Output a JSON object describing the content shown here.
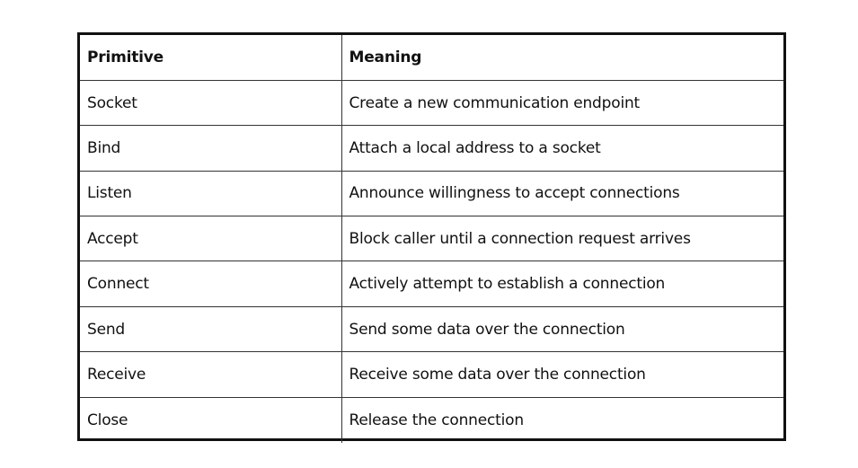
{
  "table": {
    "headers": {
      "primitive": "Primitive",
      "meaning": "Meaning"
    },
    "rows": [
      {
        "primitive": "Socket",
        "meaning": "Create a new communication endpoint"
      },
      {
        "primitive": "Bind",
        "meaning": "Attach a local address to a socket"
      },
      {
        "primitive": "Listen",
        "meaning": "Announce willingness to accept connections"
      },
      {
        "primitive": "Accept",
        "meaning": "Block caller until a connection request arrives"
      },
      {
        "primitive": "Connect",
        "meaning": "Actively attempt to establish a connection"
      },
      {
        "primitive": "Send",
        "meaning": "Send some data over the connection"
      },
      {
        "primitive": "Receive",
        "meaning": "Receive some data over the connection"
      },
      {
        "primitive": "Close",
        "meaning": "Release the connection"
      }
    ]
  }
}
